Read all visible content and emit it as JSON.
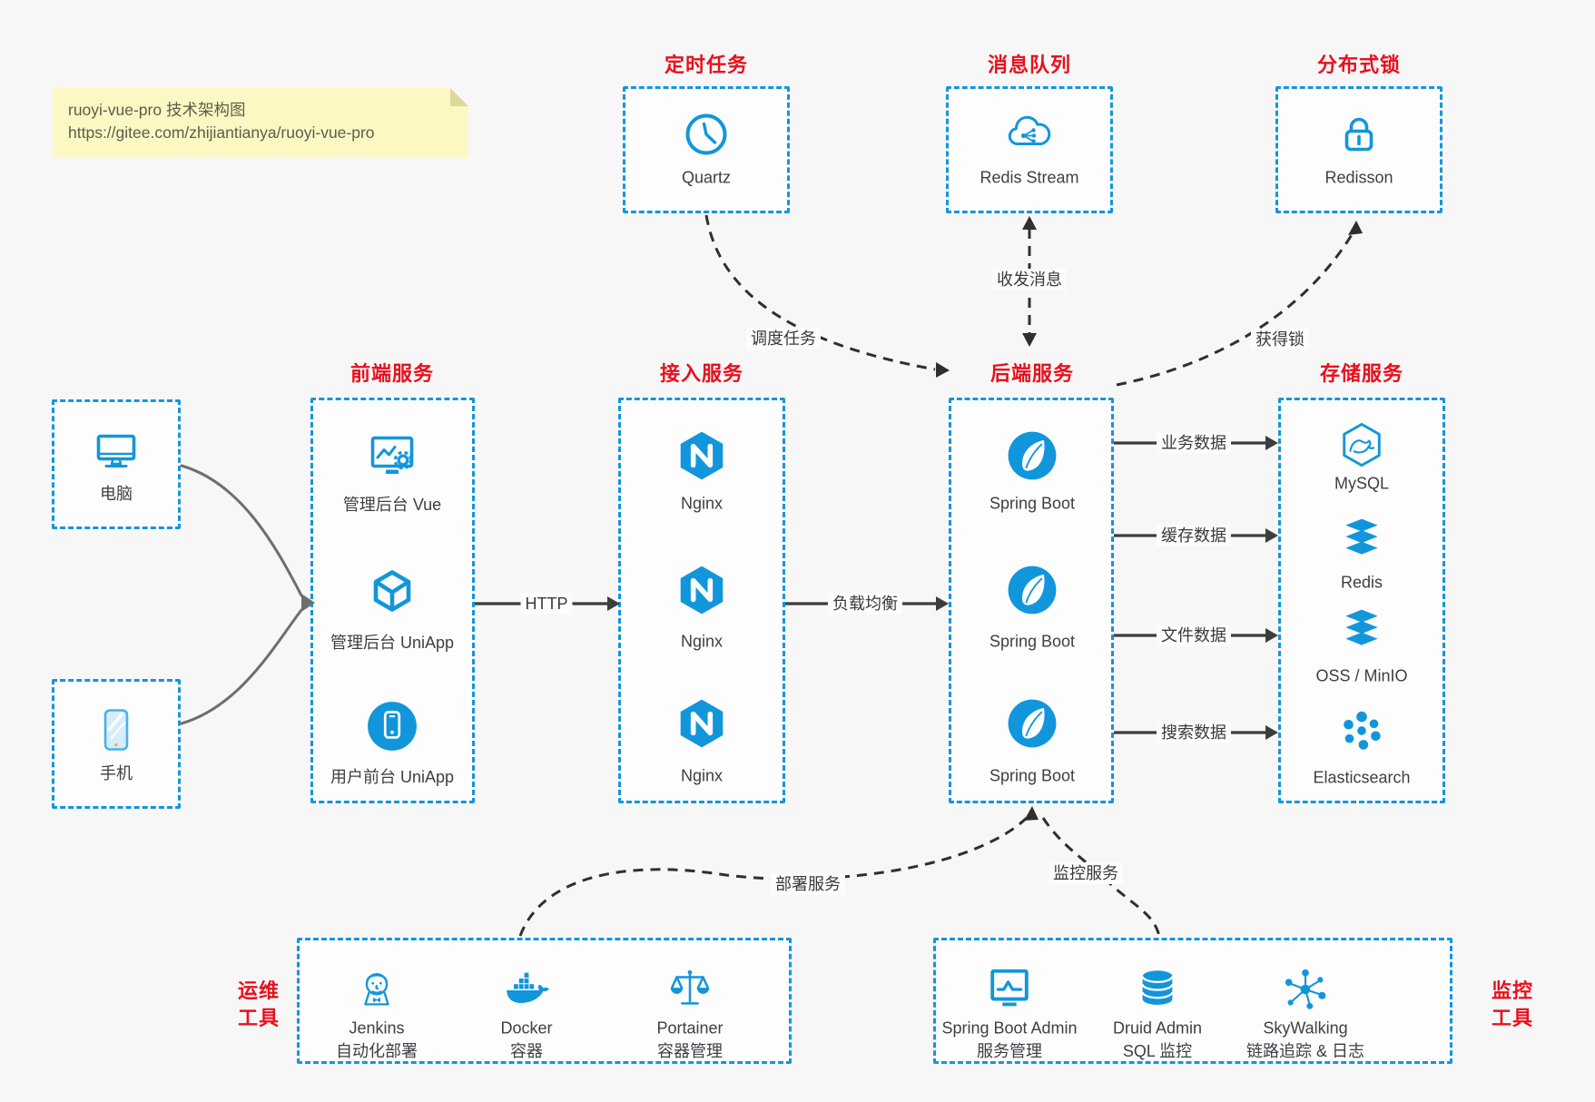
{
  "note": {
    "line1": "ruoyi-vue-pro 技术架构图",
    "line2": "https://gitee.com/zhijiantianya/ruoyi-vue-pro"
  },
  "sections": {
    "scheduler": {
      "title": "定时任务",
      "item": "Quartz"
    },
    "mq": {
      "title": "消息队列",
      "item": "Redis Stream"
    },
    "lock": {
      "title": "分布式锁",
      "item": "Redisson"
    },
    "clients": {
      "pc": "电脑",
      "mobile": "手机"
    },
    "frontend": {
      "title": "前端服务",
      "items": [
        "管理后台 Vue",
        "管理后台 UniApp",
        "用户前台 UniApp"
      ]
    },
    "gateway": {
      "title": "接入服务",
      "items": [
        "Nginx",
        "Nginx",
        "Nginx"
      ]
    },
    "backend": {
      "title": "后端服务",
      "items": [
        "Spring Boot",
        "Spring Boot",
        "Spring Boot"
      ]
    },
    "storage": {
      "title": "存储服务",
      "items": [
        "MySQL",
        "Redis",
        "OSS / MinIO",
        "Elasticsearch"
      ]
    },
    "ops": {
      "side_label": {
        "line1": "运维",
        "line2": "工具"
      },
      "items": [
        {
          "name": "Jenkins",
          "desc": "自动化部署"
        },
        {
          "name": "Docker",
          "desc": "容器"
        },
        {
          "name": "Portainer",
          "desc": "容器管理"
        }
      ]
    },
    "monitoring": {
      "side_label": {
        "line1": "监控",
        "line2": "工具"
      },
      "items": [
        {
          "name": "Spring Boot Admin",
          "desc": "服务管理"
        },
        {
          "name": "Druid Admin",
          "desc": "SQL 监控"
        },
        {
          "name": "SkyWalking",
          "desc": "链路追踪 & 日志"
        }
      ]
    }
  },
  "edges": {
    "http": "HTTP",
    "load_balance": "负载均衡",
    "schedule_task": "调度任务",
    "send_receive_message": "收发消息",
    "acquire_lock": "获得锁",
    "business_data": "业务数据",
    "cache_data": "缓存数据",
    "file_data": "文件数据",
    "search_data": "搜索数据",
    "deploy_service": "部署服务",
    "monitor_service": "监控服务"
  },
  "icons": {
    "scheduler": "clock-icon",
    "mq": "cloud-message-icon",
    "lock": "lock-icon",
    "pc": "desktop-icon",
    "mobile": "smartphone-icon",
    "frontend": [
      "admin-monitor-gear-icon",
      "cube-icon",
      "phone-circle-icon"
    ],
    "gateway": "nginx-hexagon-icon",
    "backend": "spring-leaf-icon",
    "storage": [
      "mysql-dolphin-icon",
      "redis-stack-icon",
      "storage-stack-icon",
      "elasticsearch-cluster-icon"
    ],
    "ops": [
      "jenkins-butler-icon",
      "docker-whale-icon",
      "portainer-scales-icon"
    ],
    "monitoring": [
      "chart-monitor-icon",
      "database-cylinder-icon",
      "topology-icon"
    ]
  },
  "colors": {
    "accent_blue": "#1296db",
    "title_red": "#e8101c",
    "arrow_dark": "#3d3d3d",
    "client_arrow_gray": "#6e6e6e",
    "note_bg": "#fbf8c4",
    "page_bg": "#f7f7f8"
  }
}
